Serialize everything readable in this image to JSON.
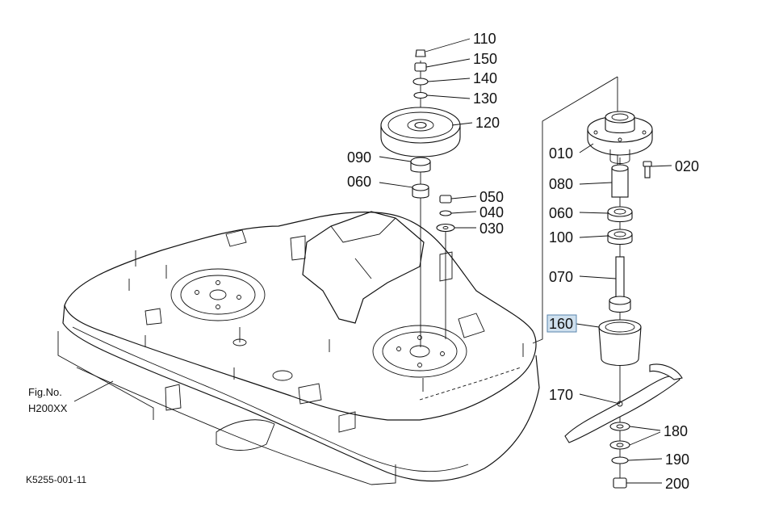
{
  "labels": {
    "p110": "110",
    "p150": "150",
    "p140": "140",
    "p130": "130",
    "p120": "120",
    "p090": "090",
    "p060a": "060",
    "p050": "050",
    "p040": "040",
    "p030": "030",
    "p010": "010",
    "p020": "020",
    "p080": "080",
    "p060b": "060",
    "p100": "100",
    "p070": "070",
    "p160": "160",
    "p170": "170",
    "p180": "180",
    "p190": "190",
    "p200": "200"
  },
  "figure_ref": {
    "line1": "Fig.No.",
    "line2": "H200XX"
  },
  "diagram_code": "K5255-001-11",
  "highlighted_part": "160",
  "colors": {
    "highlight_fill": "#cfe0ee",
    "highlight_stroke": "#5a86ad"
  }
}
